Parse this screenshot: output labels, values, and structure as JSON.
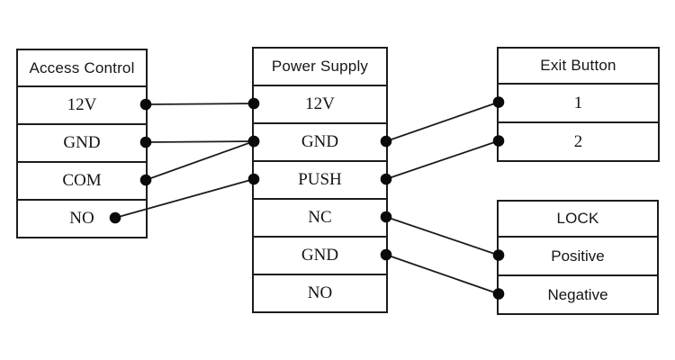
{
  "diagram": {
    "background_color": "#ffffff",
    "wire_color": "#1c1c1c",
    "dot_color": "#0a0a0a",
    "boxes": [
      {
        "id": "access-control",
        "title": "Access Control",
        "terminals": [
          "12V",
          "GND",
          "COM",
          "NO"
        ]
      },
      {
        "id": "power-supply",
        "title": "Power Supply",
        "terminals": [
          "12V",
          "GND",
          "PUSH",
          "NC",
          "GND",
          "NO"
        ]
      },
      {
        "id": "exit-button",
        "title": "Exit Button",
        "terminals": [
          "1",
          "2"
        ]
      },
      {
        "id": "lock",
        "title": "LOCK",
        "terminals": [
          "Positive",
          "Negative"
        ]
      }
    ],
    "connections": [
      {
        "from_box": "Access Control",
        "from_terminal": "12V",
        "to_box": "Power Supply",
        "to_terminal": "12V",
        "from": {
          "terminal": "ac-0",
          "side": "right"
        },
        "to": {
          "terminal": "ps-0",
          "side": "left"
        }
      },
      {
        "from_box": "Access Control",
        "from_terminal": "GND",
        "to_box": "Power Supply",
        "to_terminal": "GND",
        "from": {
          "terminal": "ac-1",
          "side": "right"
        },
        "to": {
          "terminal": "ps-1",
          "side": "left"
        }
      },
      {
        "from_box": "Access Control",
        "from_terminal": "COM",
        "to_box": "Power Supply",
        "to_terminal": "GND",
        "from": {
          "terminal": "ac-2",
          "side": "right"
        },
        "to": {
          "terminal": "ps-1",
          "side": "left"
        }
      },
      {
        "from_box": "Access Control",
        "from_terminal": "NO",
        "to_box": "Power Supply",
        "to_terminal": "PUSH",
        "from": {
          "terminal": "ac-3",
          "side": "right",
          "inset": 34
        },
        "to": {
          "terminal": "ps-2",
          "side": "left"
        }
      },
      {
        "from_box": "Power Supply",
        "from_terminal": "GND",
        "to_box": "Exit Button",
        "to_terminal": "1",
        "from": {
          "terminal": "ps-1",
          "side": "right"
        },
        "to": {
          "terminal": "eb-0",
          "side": "left"
        }
      },
      {
        "from_box": "Power Supply",
        "from_terminal": "PUSH",
        "to_box": "Exit Button",
        "to_terminal": "2",
        "from": {
          "terminal": "ps-2",
          "side": "right"
        },
        "to": {
          "terminal": "eb-1",
          "side": "left"
        }
      },
      {
        "from_box": "Power Supply",
        "from_terminal": "NC",
        "to_box": "LOCK",
        "to_terminal": "Positive",
        "from": {
          "terminal": "ps-3",
          "side": "right"
        },
        "to": {
          "terminal": "lock-0",
          "side": "left"
        }
      },
      {
        "from_box": "Power Supply",
        "from_terminal": "GND",
        "to_box": "LOCK",
        "to_terminal": "Negative",
        "from": {
          "terminal": "ps-4",
          "side": "right"
        },
        "to": {
          "terminal": "lock-1",
          "side": "left"
        }
      }
    ]
  }
}
